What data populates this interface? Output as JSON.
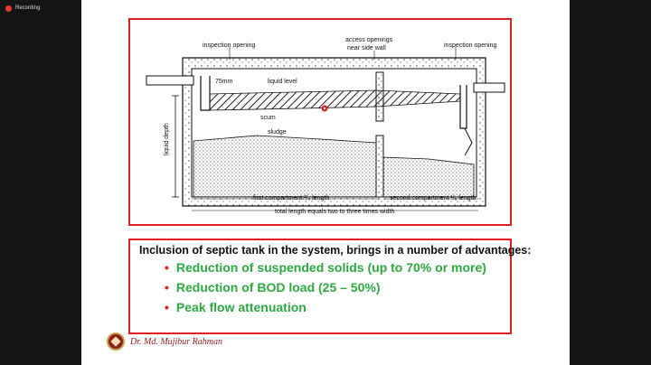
{
  "recording": {
    "label": "Recording"
  },
  "colors": {
    "frame_red": "#e02020",
    "bullet_red": "#e02020",
    "advantage_green": "#2ea843",
    "author_maroon": "#8a1d1d",
    "recording_dot": "#e53935"
  },
  "diagram": {
    "labels": {
      "inspection_left": "inspection opening",
      "access_line1": "access openings",
      "access_line2": "near side wall",
      "inspection_right": "inspection opening",
      "mm75": "75mm",
      "liquid_level": "liquid level",
      "scum": "scum",
      "sludge": "sludge",
      "liquid_depth": "liquid depth",
      "first_compartment": "first compartment ²/₃ length",
      "second_compartment": "second compartment ¹/₃ length",
      "total_length": "total length equals two to three times width"
    }
  },
  "advantages": {
    "heading": "Inclusion of septic tank in the system, brings in a number of advantages:",
    "items": [
      "Reduction of suspended solids (up to 70% or more)",
      "Reduction of BOD load (25 – 50%)",
      "Peak flow attenuation"
    ]
  },
  "footer": {
    "author": "Dr. Md. Mujibur Rahman",
    "logo_icon": "university-logo-icon"
  }
}
